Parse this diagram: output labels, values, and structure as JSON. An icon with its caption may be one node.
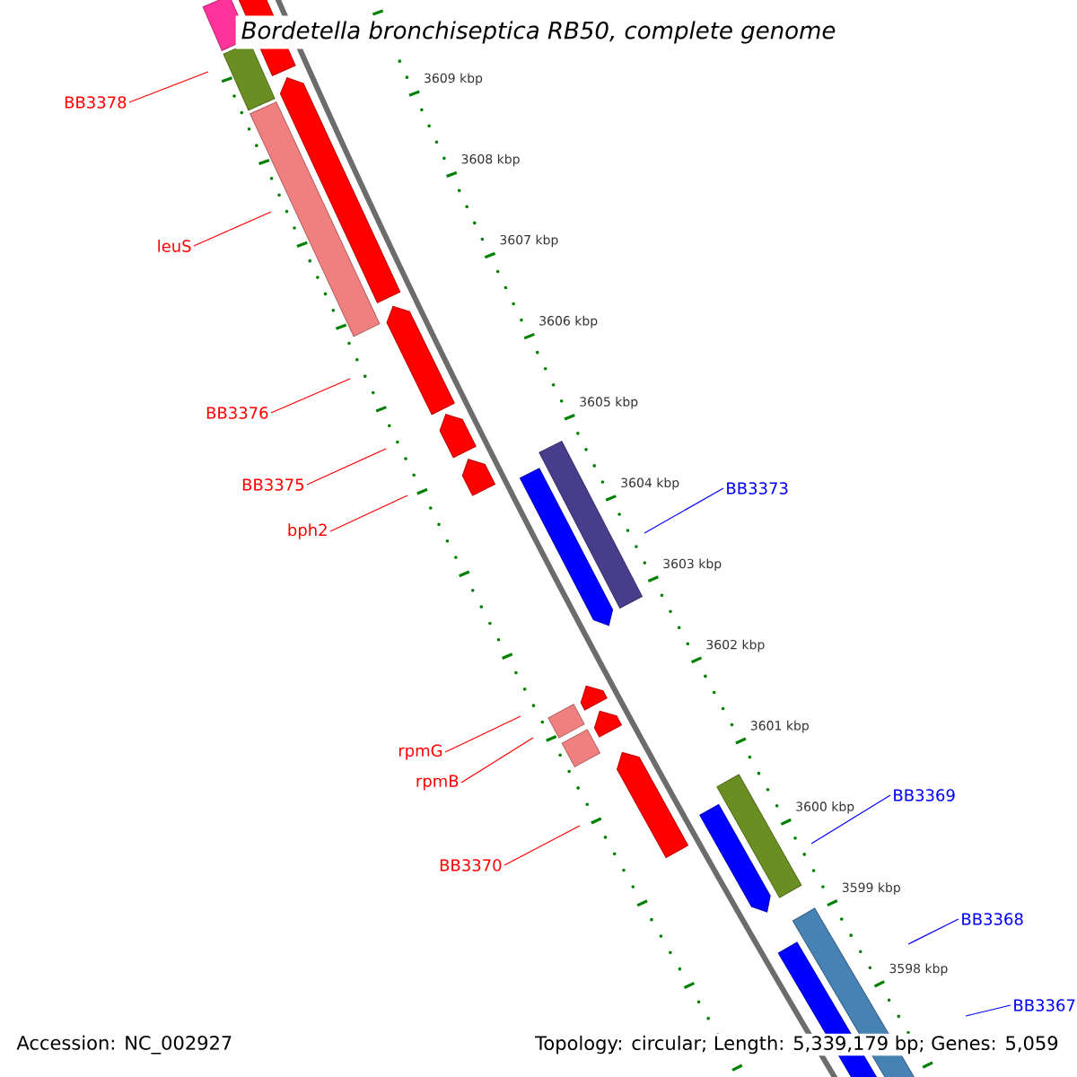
{
  "diagram": {
    "title": "Bordetella bronchiseptica RB50, complete genome",
    "nodes": [
      {
        "text": [
          "BB3378"
        ]
      },
      {
        "text": [
          "leuS"
        ]
      },
      {
        "text": [
          "BB3376"
        ]
      },
      {
        "text": [
          "BB3375"
        ]
      },
      {
        "text": [
          "BB3373"
        ]
      },
      {
        "text": [
          "bph2"
        ]
      },
      {
        "text": [
          "rpmG"
        ]
      },
      {
        "text": [
          "rpmB"
        ]
      },
      {
        "text": [
          "BB3369"
        ]
      },
      {
        "text": [
          "BB3370"
        ]
      },
      {
        "text": [
          "BB3368"
        ]
      },
      {
        "text": [
          "BB3367"
        ]
      }
    ],
    "edges": [
      {
        "from": 0,
        "to": null,
        "arrow": "none"
      },
      {
        "from": 1,
        "to": null,
        "arrow": "none"
      },
      {
        "from": 2,
        "to": null,
        "arrow": "none"
      },
      {
        "from": 3,
        "to": null,
        "arrow": "none"
      },
      {
        "from": 4,
        "to": null,
        "arrow": "none",
        "color": "#0000ff"
      },
      {
        "from": 5,
        "to": null,
        "arrow": "none"
      },
      {
        "from": 6,
        "to": null,
        "arrow": "none"
      },
      {
        "from": 7,
        "to": null,
        "arrow": "none"
      },
      {
        "from": 8,
        "to": null,
        "arrow": "none",
        "color": "#0000ff"
      },
      {
        "from": 9,
        "to": null,
        "arrow": "none"
      },
      {
        "from": 10,
        "to": null,
        "arrow": "none",
        "color": "#0000ff"
      },
      {
        "from": 11,
        "to": null,
        "arrow": "none",
        "color": "#0000ff"
      }
    ],
    "labels": [
      "3609 kbp",
      "3608 kbp",
      "3607 kbp",
      "3606 kbp",
      "3605 kbp",
      "3604 kbp",
      "3603 kbp",
      "3602 kbp",
      "3601 kbp",
      "3600 kbp",
      "3599 kbp",
      "3598 kbp",
      "Accession: NC_002927",
      "Topology: circular; Length: 5,339,179 bp; Genes: 5,059"
    ]
  }
}
